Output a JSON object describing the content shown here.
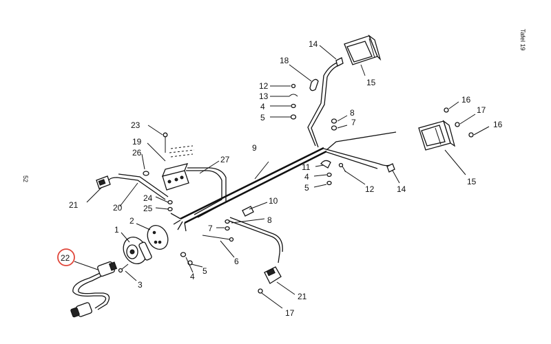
{
  "page_label": "Tafel 19",
  "side_number": "52",
  "highlight_color": "#e0463a",
  "callouts": {
    "c1": "1",
    "c2": "2",
    "c3": "3",
    "c4a": "4",
    "c4b": "4",
    "c4c": "4",
    "c5a": "5",
    "c5b": "5",
    "c5c": "5",
    "c6": "6",
    "c7a": "7",
    "c7b": "7",
    "c8a": "8",
    "c8b": "8",
    "c9": "9",
    "c10": "10",
    "c11": "11",
    "c12a": "12",
    "c12b": "12",
    "c13": "13",
    "c14a": "14",
    "c14b": "14",
    "c15a": "15",
    "c15b": "15",
    "c16a": "16",
    "c16b": "16",
    "c17a": "17",
    "c17b": "17",
    "c18": "18",
    "c19": "19",
    "c20": "20",
    "c21a": "21",
    "c21b": "21",
    "c22": "22",
    "c23": "23",
    "c24": "24",
    "c25": "25",
    "c26": "26",
    "c27": "27"
  }
}
